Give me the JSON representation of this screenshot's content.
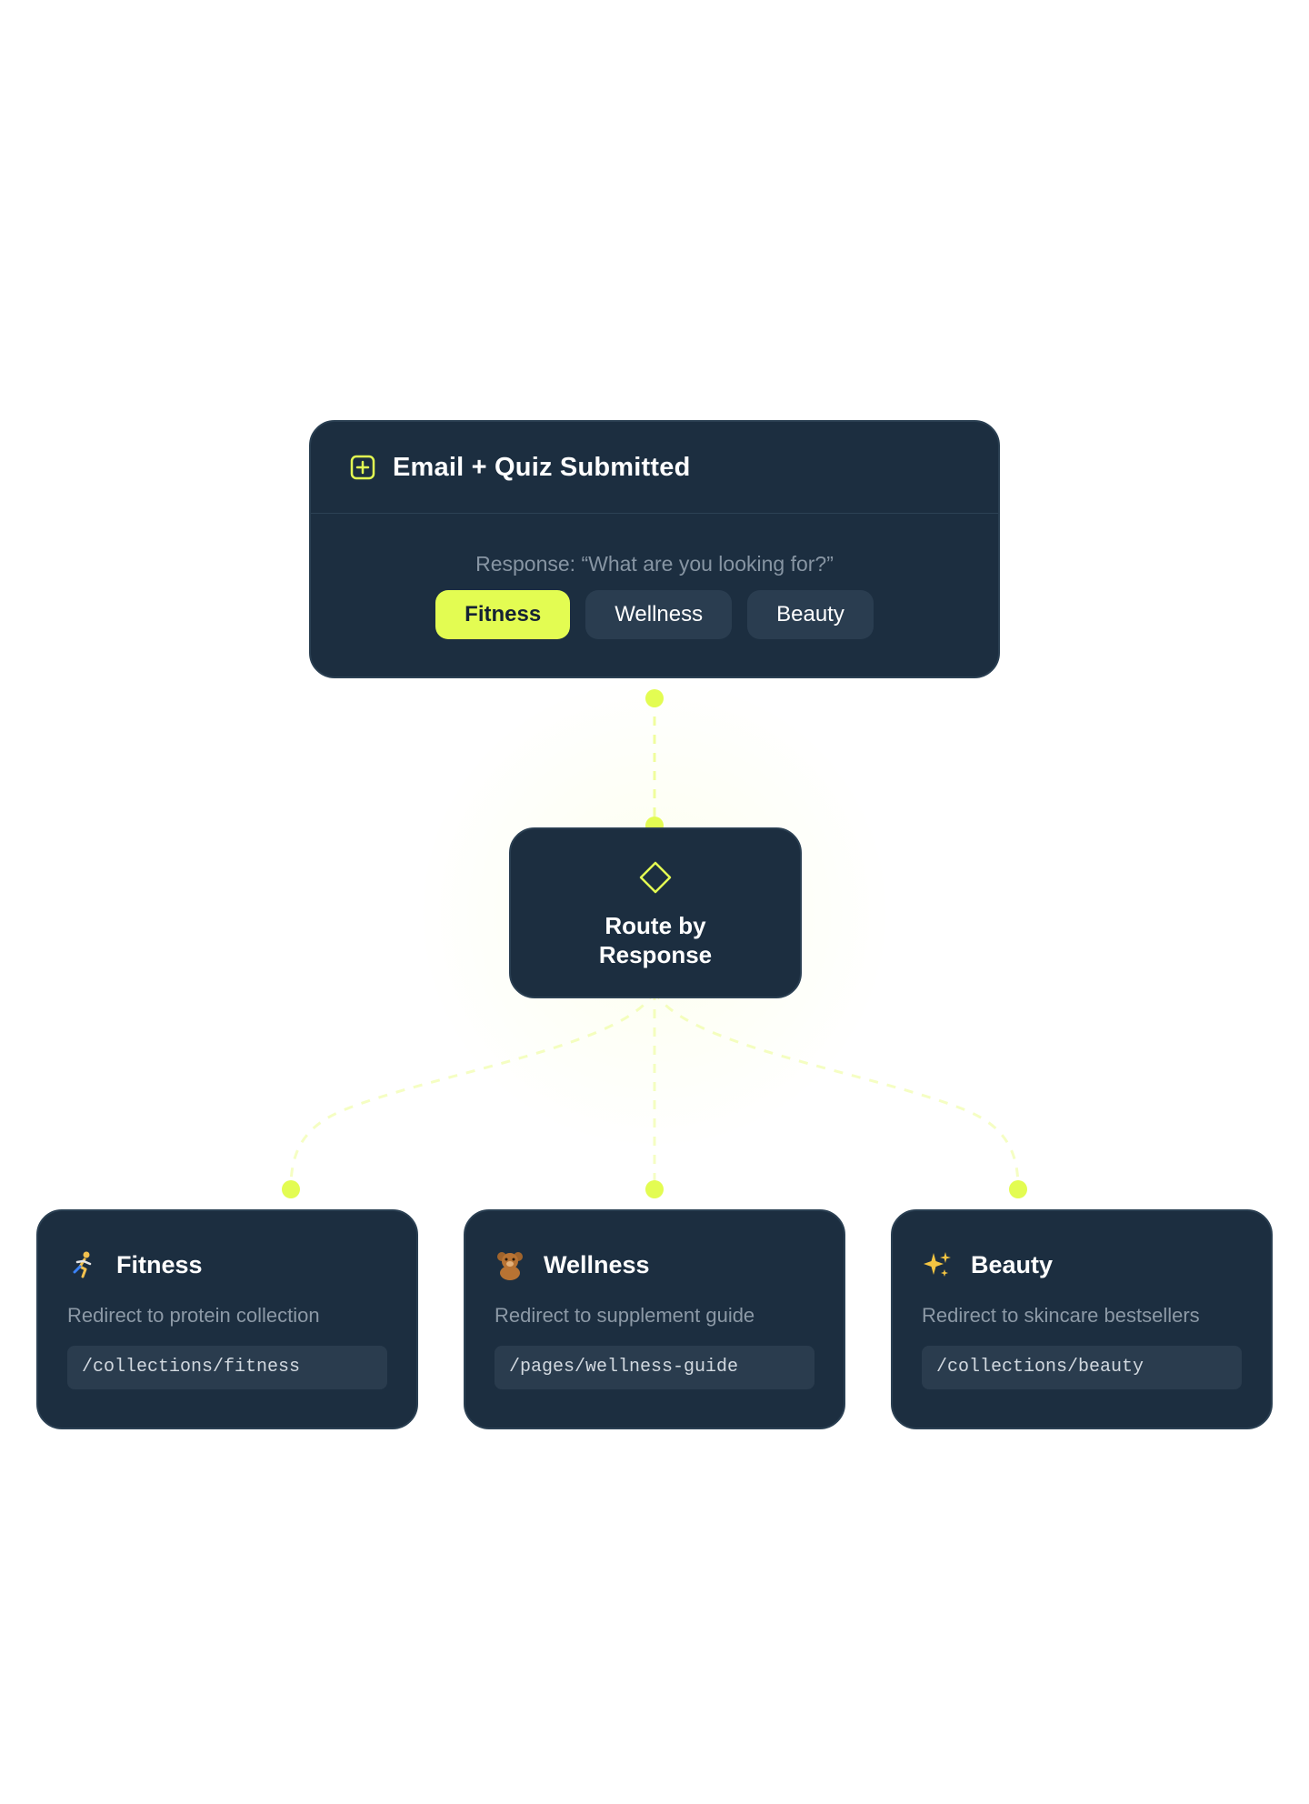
{
  "colors": {
    "accent": "#e3fc52",
    "card": "#1c2e40",
    "chip": "#2a3d50",
    "muted": "#8795a3"
  },
  "trigger": {
    "icon": "plus-square-icon",
    "title": "Email + Quiz Submitted",
    "response": "Response: “What are you looking for?”",
    "options": [
      {
        "label": "Fitness",
        "selected": true
      },
      {
        "label": "Wellness",
        "selected": false
      },
      {
        "label": "Beauty",
        "selected": false
      }
    ]
  },
  "router": {
    "icon": "diamond-icon",
    "label_line1": "Route by",
    "label_line2": "Response"
  },
  "outcomes": [
    {
      "icon": "runner-icon",
      "name": "Fitness",
      "description": "Redirect to protein collection",
      "path": "/collections/fitness"
    },
    {
      "icon": "teddy-bear-icon",
      "name": "Wellness",
      "description": "Redirect to supplement guide",
      "path": "/pages/wellness-guide"
    },
    {
      "icon": "sparkles-icon",
      "name": "Beauty",
      "description": "Redirect to skincare bestsellers",
      "path": "/collections/beauty"
    }
  ]
}
